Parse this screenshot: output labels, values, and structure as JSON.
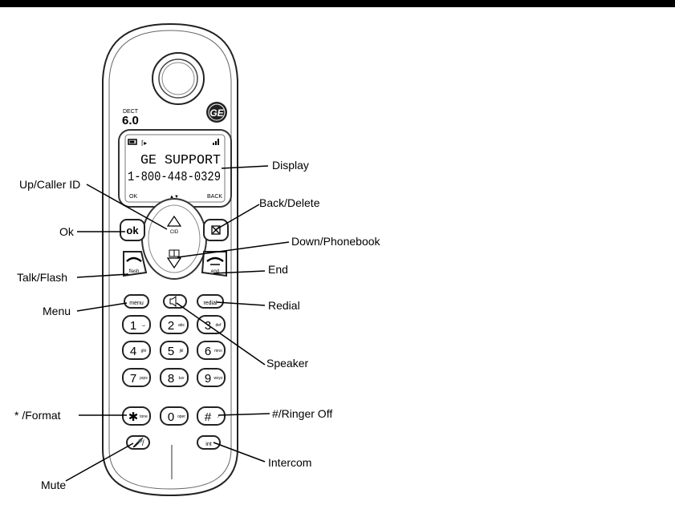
{
  "phone": {
    "brand_logo": "GE",
    "dect_label": "DECT",
    "dect_version": "6.0",
    "screen": {
      "line1": "GE SUPPORT",
      "line2": "1-800-448-0329",
      "softkey_left": "OK",
      "softkey_center": "▲▼",
      "softkey_right": "BACK"
    },
    "keys": {
      "ok": "ok",
      "cid": "CID",
      "flash": "flash",
      "end": "end",
      "menu": "menu",
      "redial": "redial",
      "int": "int",
      "digits": [
        {
          "d": "1",
          "sub": "⌴"
        },
        {
          "d": "2",
          "sub": "abc"
        },
        {
          "d": "3",
          "sub": "def"
        },
        {
          "d": "4",
          "sub": "ghi"
        },
        {
          "d": "5",
          "sub": "jkl"
        },
        {
          "d": "6",
          "sub": "mno"
        },
        {
          "d": "7",
          "sub": "pqrs"
        },
        {
          "d": "8",
          "sub": "tuv"
        },
        {
          "d": "9",
          "sub": "wxyz"
        },
        {
          "d": "✱",
          "sub": "tone"
        },
        {
          "d": "0",
          "sub": "oper"
        },
        {
          "d": "#",
          "sub": "♪"
        }
      ]
    }
  },
  "labels": {
    "display": "Display",
    "up_caller_id": "Up/Caller ID",
    "back_delete": "Back/Delete",
    "ok": "Ok",
    "down_phonebook": "Down/Phonebook",
    "talk_flash": "Talk/Flash",
    "end": "End",
    "menu": "Menu",
    "redial": "Redial",
    "speaker": "Speaker",
    "format": "* /Format",
    "ringer_off": "#/Ringer Off",
    "mute": "Mute",
    "intercom": "Intercom"
  }
}
